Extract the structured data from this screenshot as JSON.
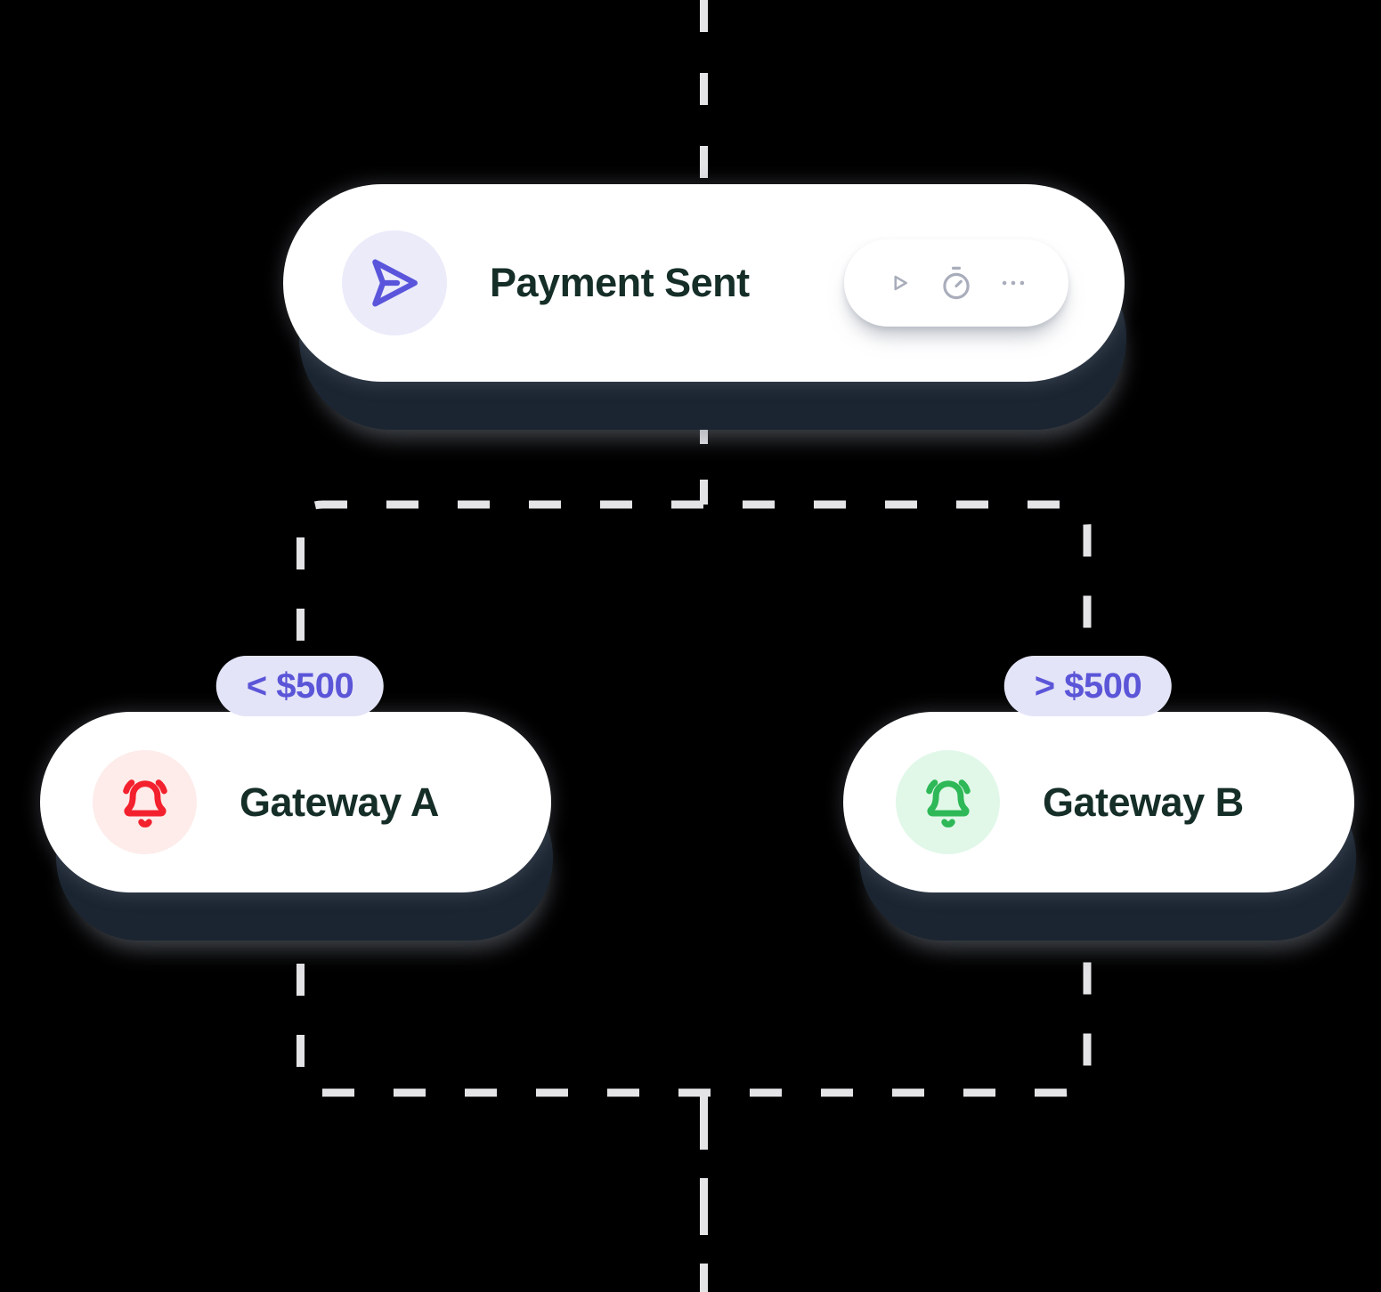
{
  "nodes": {
    "trigger": {
      "title": "Payment Sent",
      "icon": "send-icon"
    },
    "branch_a": {
      "condition": "< $500",
      "title": "Gateway A",
      "icon": "bell-ring-icon"
    },
    "branch_b": {
      "condition": "> $500",
      "title": "Gateway B",
      "icon": "bell-ring-icon"
    }
  },
  "toolbar": {
    "icons": [
      "play-icon",
      "timer-icon",
      "ellipsis-icon"
    ]
  },
  "colors": {
    "accent_indigo": "#5a55db",
    "accent_indigo_bg": "#ebebfa",
    "alert_red": "#f3212d",
    "alert_red_bg": "#fdecea",
    "success_green": "#2eb857",
    "success_green_bg": "#e1f8e9",
    "node_title": "#152e27",
    "toolbar_icon": "#a9adbb",
    "connector": "#e4e4e7",
    "badge_bg": "#e4e4f8",
    "badge_text": "#5b55d8",
    "card_bg": "#ffffff",
    "card_shadow": "#1b2531",
    "background": "#000000"
  }
}
